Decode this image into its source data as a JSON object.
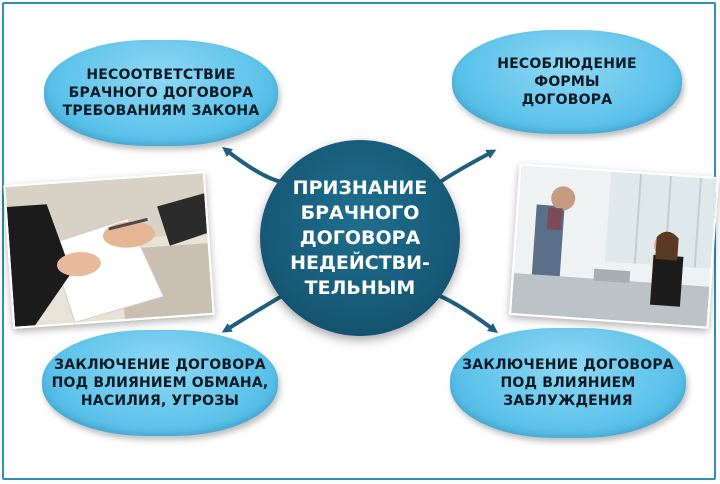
{
  "center": {
    "text": "ПРИЗНАНИЕ\nБРАЧНОГО\nДОГОВОРА\nНЕДЕЙСТВИ-\nТЕЛЬНЫМ"
  },
  "bubbles": {
    "top_left": "НЕСООТВЕТСТВИЕ\nБРАЧНОГО ДОГОВОРА\nТРЕБОВАНИЯМ ЗАКОНА",
    "top_right": "НЕСОБЛЮДЕНИЕ\nФОРМЫ\nДОГОВОРА",
    "bottom_left": "ЗАКЛЮЧЕНИЕ ДОГОВОРА\nПОД ВЛИЯНИЕМ ОБМАНА,\nНАСИЛИЯ, УГРОЗЫ",
    "bottom_right": "ЗАКЛЮЧЕНИЕ ДОГОВОРА\nПОД ВЛИЯНИЕМ\nЗАБЛУЖДЕНИЯ"
  },
  "colors": {
    "bubble": "#5ec3ea",
    "center": "#175a78",
    "arrow": "#1f5f7e",
    "frame": "#2e8fb0"
  }
}
